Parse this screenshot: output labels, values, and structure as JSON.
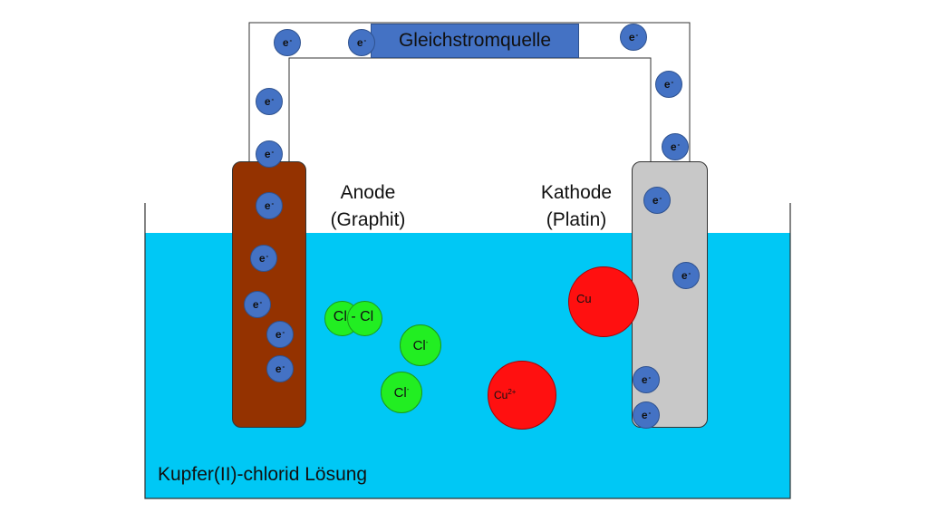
{
  "power_source": {
    "label": "Gleichstromquelle"
  },
  "electron": {
    "base": "e",
    "sup": "-"
  },
  "anode": {
    "line1": "Anode",
    "line2": "(Graphit)"
  },
  "cathode": {
    "line1": "Kathode",
    "line2": "(Platin)"
  },
  "molecule_cl2": {
    "label": "Cl - Cl"
  },
  "chloride_ion": {
    "base": "Cl",
    "sup": "-"
  },
  "copper_ion": {
    "base": "Cu",
    "sup": "2+"
  },
  "copper_atom": {
    "label": "Cu"
  },
  "solution": {
    "label": "Kupfer(II)-chlorid Lösung"
  },
  "colors": {
    "solution": "#00c8f5",
    "anode": "#943200",
    "cathode": "#c8c8c8",
    "electron": "#4472c4",
    "chloride": "#22ee22",
    "copper": "#ff1010",
    "power_source": "#4472c4"
  }
}
